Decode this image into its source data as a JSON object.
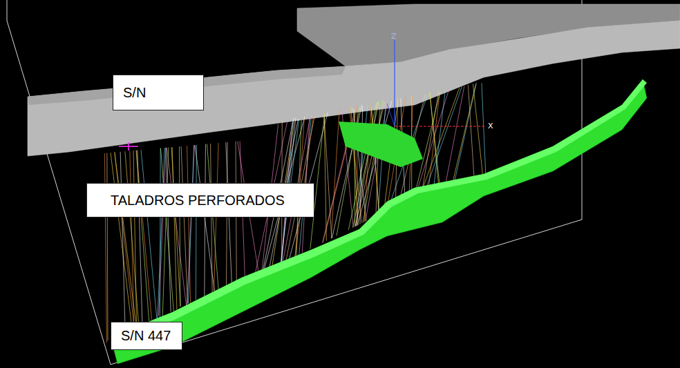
{
  "diagram": {
    "nodes": [
      {
        "text": [
          "S/N"
        ]
      },
      {
        "text": [
          "TALADROS PERFORADOS"
        ]
      },
      {
        "text": [
          "S/N 447"
        ]
      }
    ],
    "labels": [
      "Z",
      "X"
    ]
  }
}
